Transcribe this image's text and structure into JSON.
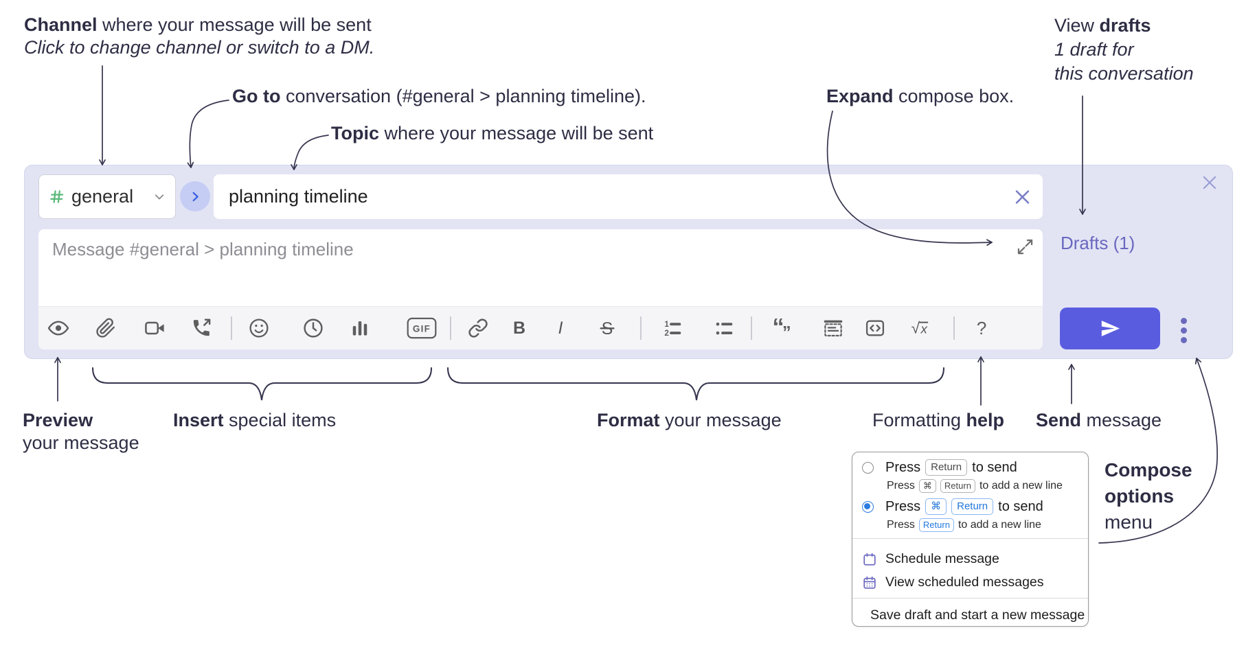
{
  "annotations": {
    "channel": {
      "bold": "Channel",
      "rest": " where your message will be sent",
      "italic": "Click to change channel or switch to a DM."
    },
    "goto": {
      "bold": "Go to",
      "rest": " conversation (#general > planning timeline)."
    },
    "topic": {
      "bold": "Topic",
      "rest": " where your message will be sent"
    },
    "expand": {
      "bold": "Expand",
      "rest": " compose box."
    },
    "drafts": {
      "line1_pre": "View ",
      "line1_bold": "drafts",
      "line2": "1 draft for",
      "line3": "this conversation"
    },
    "preview": {
      "bold": "Preview",
      "line2": "your message"
    },
    "insert": {
      "bold": "Insert",
      "rest": " special items"
    },
    "format": {
      "bold": "Format",
      "rest": " your message"
    },
    "help": {
      "pre": "Formatting ",
      "bold": "help"
    },
    "send": {
      "bold": "Send",
      "rest": " message"
    },
    "compose_options": {
      "line1": "Compose",
      "line2": "options",
      "line3": "menu"
    }
  },
  "compose": {
    "channel_name": "general",
    "topic_value": "planning timeline",
    "message_placeholder": "Message #general > planning timeline",
    "drafts_link": "Drafts (1)",
    "gif_label": "GIF",
    "toolbar_icons": [
      "preview-eye",
      "attach-file",
      "start-video-call",
      "start-voice-call",
      "add-emoji",
      "add-global-time",
      "add-poll",
      "add-gif",
      "link",
      "bold",
      "italic",
      "strikethrough",
      "numbered-list",
      "bulleted-list",
      "quote",
      "spoiler",
      "code",
      "math",
      "message-formatting-help"
    ]
  },
  "popup": {
    "opt1": {
      "main": {
        "press": "Press",
        "k1": "Return",
        "suffix": "to send"
      },
      "sub": {
        "press": "Press",
        "k1": "⌘",
        "k2": "Return",
        "suffix": "to add a new line"
      }
    },
    "opt2": {
      "main": {
        "press": "Press",
        "k1": "⌘",
        "k2": "Return",
        "suffix": "to send"
      },
      "sub": {
        "press": "Press",
        "k1": "Return",
        "suffix": "to add a new line"
      }
    },
    "items": [
      {
        "icon": "calendar-icon",
        "label": "Schedule message"
      },
      {
        "icon": "calendar-days-icon",
        "label": "View scheduled messages"
      },
      {
        "icon": "save-draft-icon",
        "label": "Save draft and start a new message"
      }
    ]
  },
  "colors": {
    "accent_send": "#5a5ce0",
    "drafts_link": "#6a67bf",
    "channel_hash_green": "#5cb87a",
    "goto_chevron_blue": "#3f63e2",
    "container_bg": "#e2e4f4",
    "radio_selected_blue": "#2b7ce0",
    "menu_icon_purple": "#6d6ac1",
    "annotation_text": "#2e2d44"
  }
}
